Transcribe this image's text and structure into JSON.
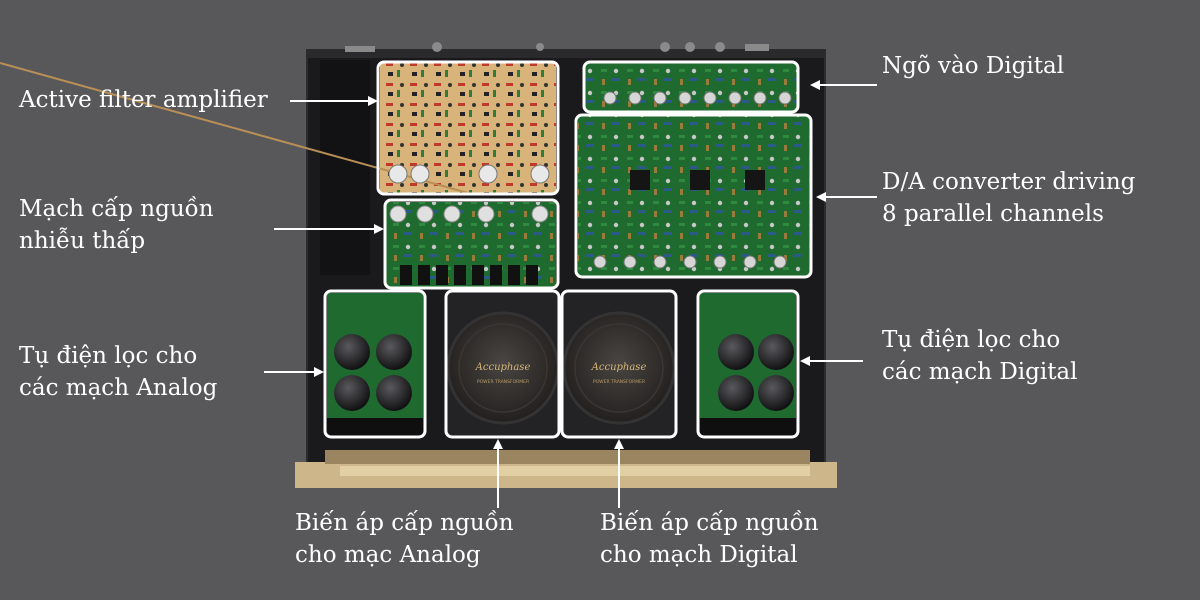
{
  "labels": {
    "active_filter": "Active filter amplifier",
    "low_noise_power": "Mạch cấp nguồn\nnhiễu thấp",
    "analog_caps": "Tụ điện lọc cho\ncác mạch  Analog",
    "digital_input": "Ngõ vào Digital",
    "dac": "D/A converter driving\n8 parallel channels",
    "digital_caps": "Tụ điện lọc cho\ncác mạch  Digital",
    "analog_transformer": "Biến áp cấp nguồn\ncho mạc Analog",
    "digital_transformer": "Biến áp cấp nguồn\ncho mạch Digital"
  },
  "logos": {
    "transformer_brand": "Accuphase",
    "transformer_caption": "POWER TRANSFORMER"
  },
  "colors": {
    "background": "#58585a",
    "chassis": "#1a1a1c",
    "pcb_green": "#1f6a2e",
    "pcb_gold": "#d8b47a",
    "front_panel": "#cdb68a",
    "highlight": "#ffffff"
  }
}
